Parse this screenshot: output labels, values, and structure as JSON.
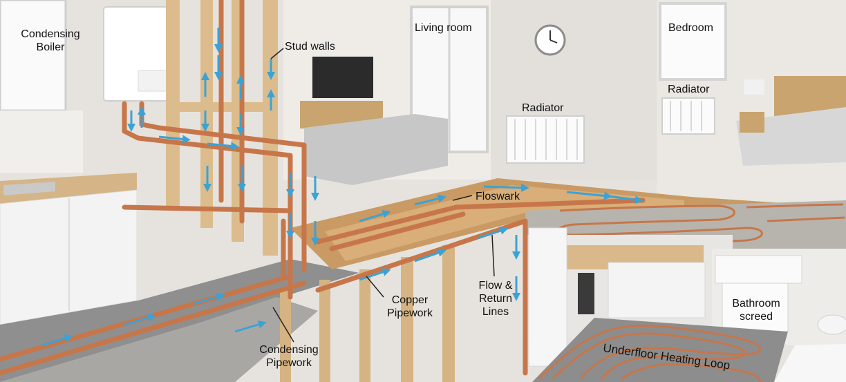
{
  "labels": {
    "condensing_boiler": "Condensing\nBoiler",
    "stud_walls": "Stud walls",
    "living_room": "Living room",
    "bedroom": "Bedroom",
    "radiator_bedroom": "Radiator",
    "radiator_living": "Radiator",
    "floswark": "Floswark",
    "copper_pipework": "Copper\nPipework",
    "flow_return_lines": "Flow &\nReturn\nLines",
    "condensing_pipework": "Condensing\nPipework",
    "bathroom_screed": "Bathroom\nscreed",
    "underfloor_heating_loop": "Underfloor Heating Loop"
  },
  "colors": {
    "copper": "#c7764a",
    "flow_arrow": "#3aa3d6",
    "timber": "#d9b98a",
    "wall": "#e4e1dc"
  }
}
